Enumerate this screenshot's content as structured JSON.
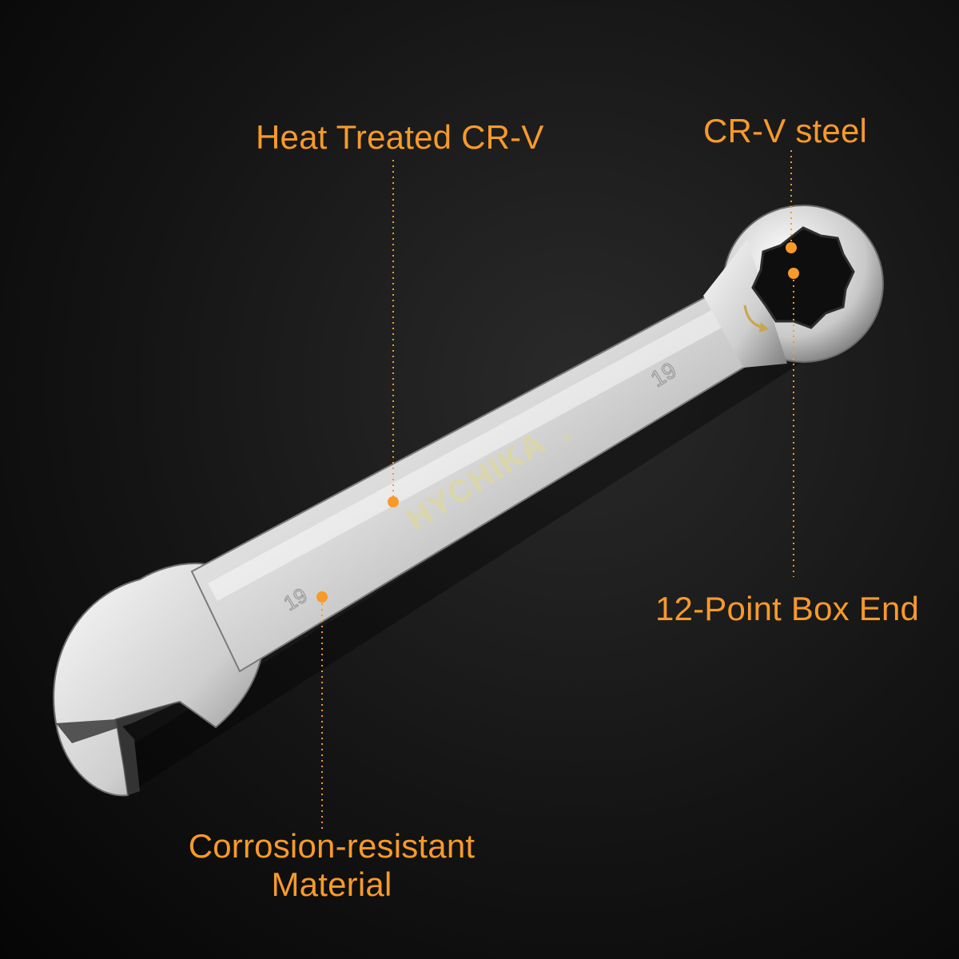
{
  "labels": {
    "heat_treated": "Heat Treated CR-V",
    "crv_steel": "CR-V steel",
    "box_end": "12-Point Box End",
    "corrosion_line1": "Corrosion-resistant",
    "corrosion_line2": "Material"
  },
  "wrench": {
    "brand": "HYCHIKA",
    "registered_mark": "®",
    "size_marking_open_end": "19",
    "size_marking_box_end": "19"
  },
  "colors": {
    "accent": "#f79a2a",
    "background": "#111111",
    "steel_light": "#f2f2f2",
    "steel_dark": "#8d8d8d",
    "brand_text": "#dcd7a4"
  }
}
